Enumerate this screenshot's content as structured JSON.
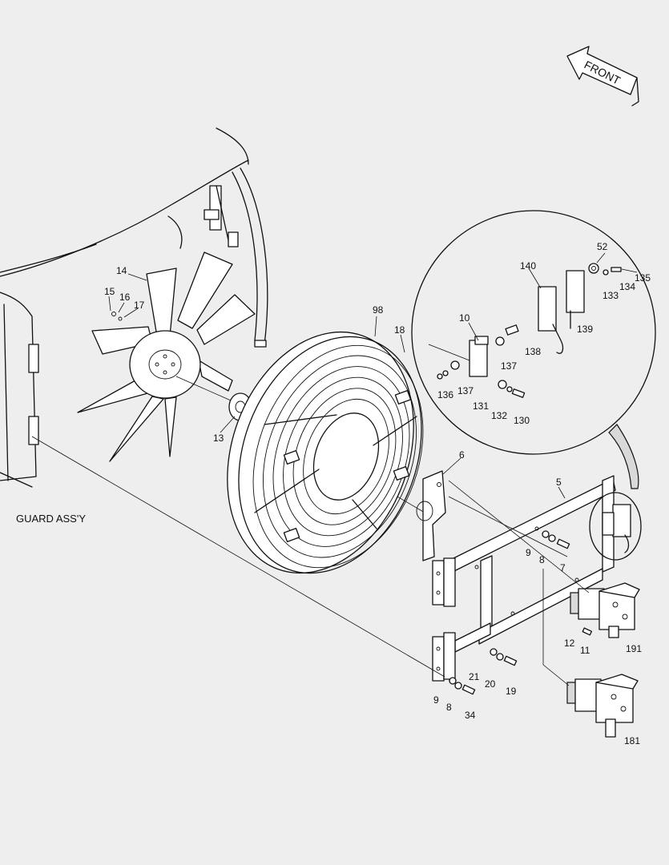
{
  "direction_label": "FRONT",
  "section_label": "GUARD ASS'Y",
  "callouts": [
    {
      "id": "c52",
      "text": "52"
    },
    {
      "id": "c135",
      "text": "135"
    },
    {
      "id": "c140",
      "text": "140"
    },
    {
      "id": "c134",
      "text": "134"
    },
    {
      "id": "c133",
      "text": "133"
    },
    {
      "id": "c139",
      "text": "139"
    },
    {
      "id": "c10",
      "text": "10"
    },
    {
      "id": "c138",
      "text": "138"
    },
    {
      "id": "c137a",
      "text": "137"
    },
    {
      "id": "c137b",
      "text": "137"
    },
    {
      "id": "c136",
      "text": "136"
    },
    {
      "id": "c131",
      "text": "131"
    },
    {
      "id": "c132",
      "text": "132"
    },
    {
      "id": "c130",
      "text": "130"
    },
    {
      "id": "c98",
      "text": "98"
    },
    {
      "id": "c18",
      "text": "18"
    },
    {
      "id": "c14",
      "text": "14"
    },
    {
      "id": "c15",
      "text": "15"
    },
    {
      "id": "c16",
      "text": "16"
    },
    {
      "id": "c17",
      "text": "17"
    },
    {
      "id": "c13",
      "text": "13"
    },
    {
      "id": "c6",
      "text": "6"
    },
    {
      "id": "c5",
      "text": "5"
    },
    {
      "id": "c9a",
      "text": "9"
    },
    {
      "id": "c8a",
      "text": "8"
    },
    {
      "id": "c7",
      "text": "7"
    },
    {
      "id": "c12",
      "text": "12"
    },
    {
      "id": "c11",
      "text": "11"
    },
    {
      "id": "c191",
      "text": "191"
    },
    {
      "id": "c21",
      "text": "21"
    },
    {
      "id": "c20",
      "text": "20"
    },
    {
      "id": "c19",
      "text": "19"
    },
    {
      "id": "c9b",
      "text": "9"
    },
    {
      "id": "c8b",
      "text": "8"
    },
    {
      "id": "c34",
      "text": "34"
    },
    {
      "id": "c181",
      "text": "181"
    }
  ]
}
